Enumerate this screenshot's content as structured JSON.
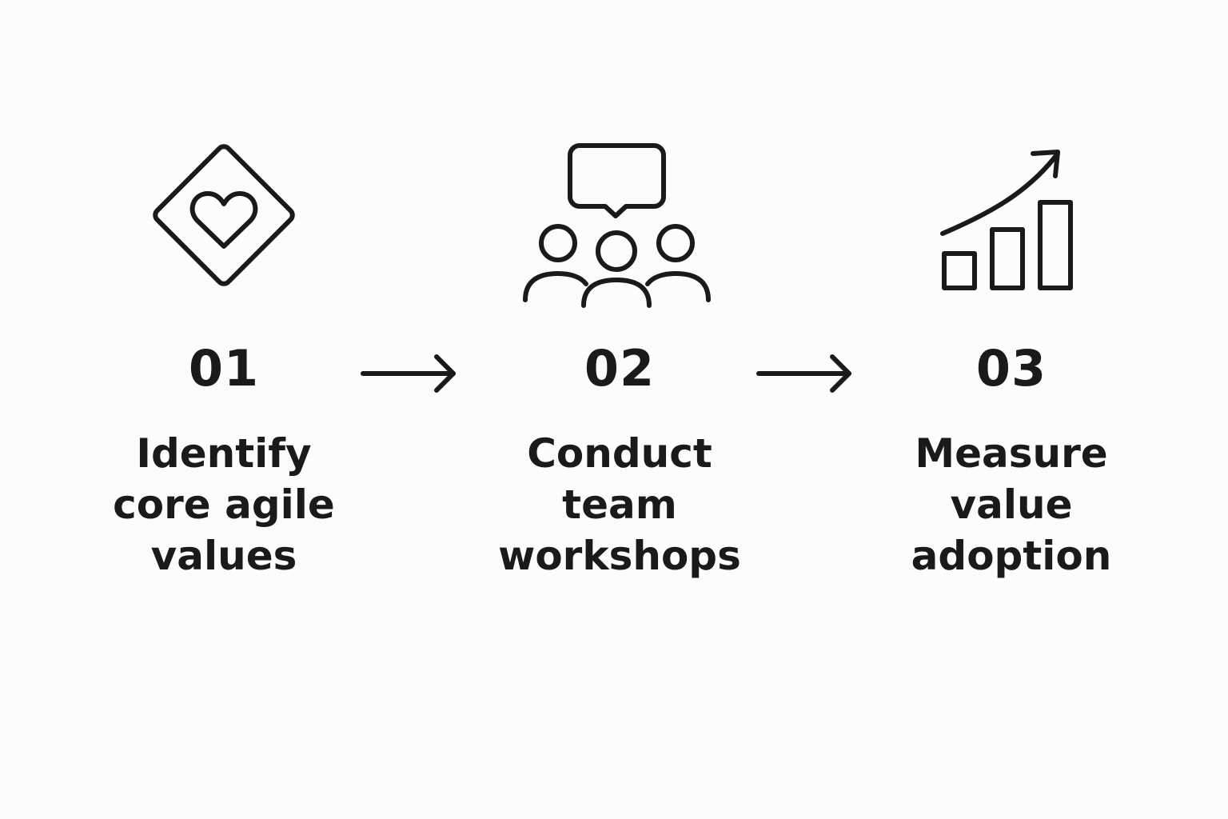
{
  "colors": {
    "background": "#fcfcfc",
    "ink": "#1a1a1a"
  },
  "steps": [
    {
      "number": "01",
      "icon": "heart-diamond-icon",
      "label_lines": [
        "Identify",
        "core agile",
        "values"
      ]
    },
    {
      "number": "02",
      "icon": "team-chat-icon",
      "label_lines": [
        "Conduct",
        "team",
        "workshops"
      ]
    },
    {
      "number": "03",
      "icon": "growth-chart-icon",
      "label_lines": [
        "Measure",
        "value",
        "adoption"
      ]
    }
  ],
  "connectors": [
    {
      "icon": "right-arrow-icon"
    },
    {
      "icon": "right-arrow-icon"
    }
  ]
}
